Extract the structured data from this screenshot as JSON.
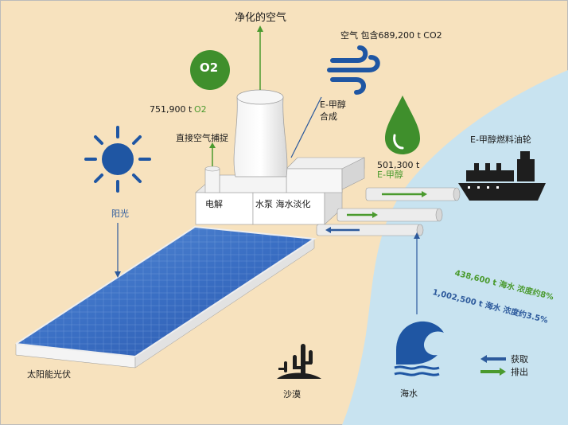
{
  "labels": {
    "purified_air": "净化的空气",
    "air_contains": "空气 包含689,200 t CO2",
    "oxygen_amount": "751,900 t",
    "oxygen_gas": "O2",
    "o2_symbol": "O2",
    "methanol_synthesis_1": "E-甲醇",
    "methanol_synthesis_2": "合成",
    "direct_air_capture": "直接空气捕捉",
    "methanol_amount": "501,300 t",
    "methanol_product": "E-甲醇",
    "tanker": "E-甲醇燃料油轮",
    "sunlight": "阳光",
    "electrolysis": "电解",
    "water_pump": "水泵 海水淡化",
    "seawater_discharge": "438,600 t 海水 浓度约8%",
    "seawater_intake": "1,002,500 t 海水 浓度约3.5%",
    "solar_pv": "太阳能光伏",
    "desert": "沙漠",
    "seawater": "海水",
    "legend_intake": "获取",
    "legend_discharge": "排出"
  },
  "colors": {
    "background": "#f7e2be",
    "sea": "#c8e3f0",
    "green_accent": "#4a9a2e",
    "blue_accent": "#2d5a9c",
    "icon_blue": "#1f56a3",
    "oxygen_green": "#3f8f2c"
  },
  "icons": [
    "sun-icon",
    "oxygen-icon",
    "wind-icon",
    "droplet-icon",
    "ship-icon",
    "wave-icon",
    "cactus-icon"
  ]
}
